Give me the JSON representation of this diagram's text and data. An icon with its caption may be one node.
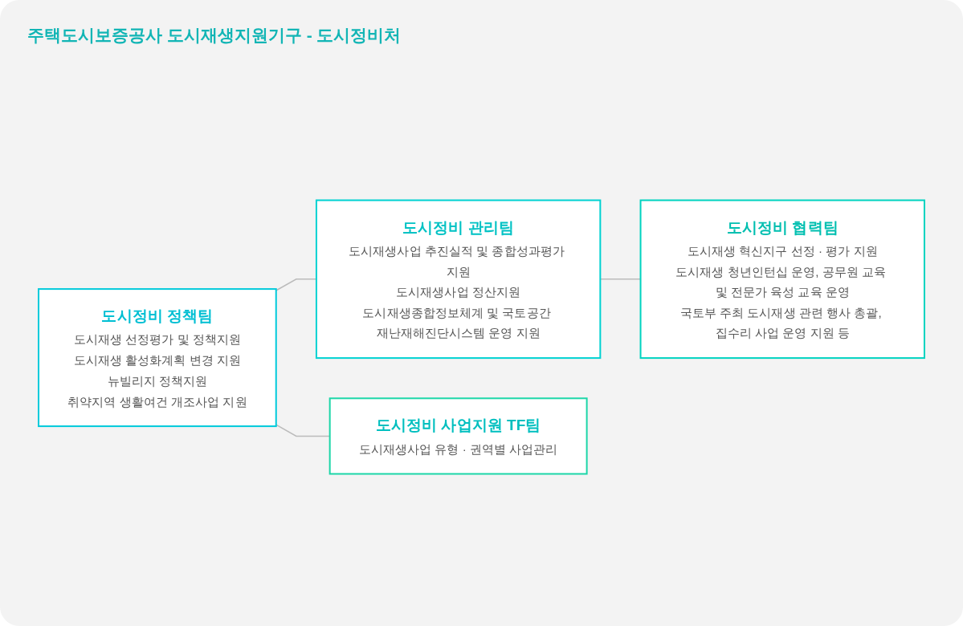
{
  "diagram": {
    "title": "주택도시보증공사 도시재생지원기구 - 도시정비처",
    "nodes": [
      {
        "text": [
          "도시정비 정책팀",
          "도시재생 선정평가 및 정책지원",
          "도시재생 활성화계획 변경 지원",
          "뉴빌리지 정책지원",
          "취약지역 생활여건 개조사업 지원"
        ]
      },
      {
        "text": [
          "도시정비 관리팀",
          "도시재생사업 추진실적 및 종합성과평가 지원",
          "도시재생사업 정산지원",
          "도시재생종합정보체계 및 국토공간 재난재해진단시스템 운영 지원"
        ]
      },
      {
        "text": [
          "도시정비 협력팀",
          "도시재생 혁신지구 선정 · 평가 지원",
          "도시재생 청년인턴십 운영, 공무원 교육 및 전문가 육성 교육 운영",
          "국토부 주최 도시재생 관련 행사 총괄, 집수리 사업 운영 지원 등"
        ]
      },
      {
        "text": [
          "도시정비 사업지원 TF팀",
          "도시재생사업 유형 · 권역별 사업관리"
        ]
      }
    ],
    "edges": [
      {
        "from": 0,
        "to": 1,
        "arrow": "none"
      },
      {
        "from": 1,
        "to": 2,
        "arrow": "none"
      },
      {
        "from": 0,
        "to": 3,
        "arrow": "none"
      }
    ]
  }
}
